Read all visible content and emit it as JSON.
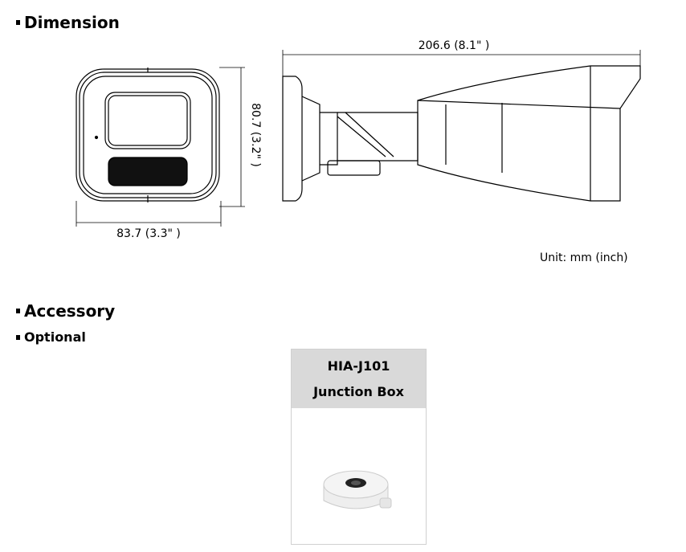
{
  "sections": {
    "dimension_title": "Dimension",
    "accessory_title": "Accessory",
    "optional_title": "Optional"
  },
  "dimensions": {
    "height": "80.7 (3.2\" )",
    "width": "83.7 (3.3\" )",
    "length": "206.6 (8.1\" )",
    "unit": "Unit: mm (inch)"
  },
  "accessory": {
    "model": "HIA-J101",
    "name": "Junction Box"
  }
}
